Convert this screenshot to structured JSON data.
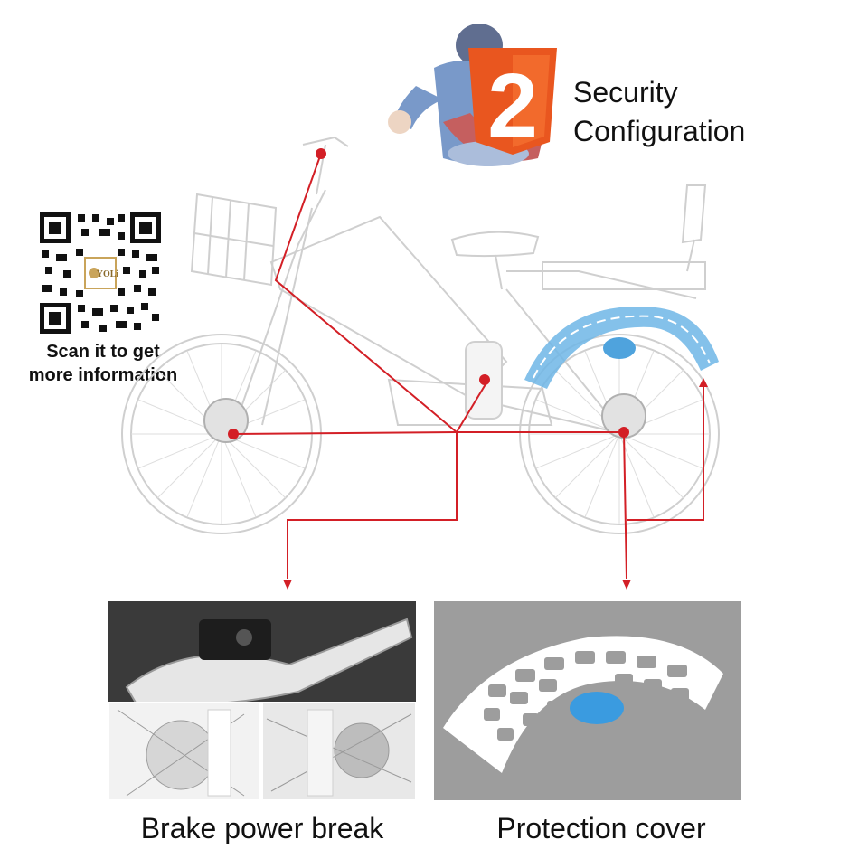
{
  "header": {
    "badge_number": "2",
    "title_line1": "Security",
    "title_line2": "Configuration"
  },
  "qr": {
    "logo_text": "YOLi",
    "caption_line1": "Scan it to get",
    "caption_line2": "more information"
  },
  "panels": {
    "left_caption": "Brake power break",
    "right_caption": "Protection cover"
  },
  "colors": {
    "badge_orange": "#e9561f",
    "leader_red": "#d31f26",
    "cover_blue": "#6fb6e6",
    "panel_gray": "#9d9d9d"
  }
}
